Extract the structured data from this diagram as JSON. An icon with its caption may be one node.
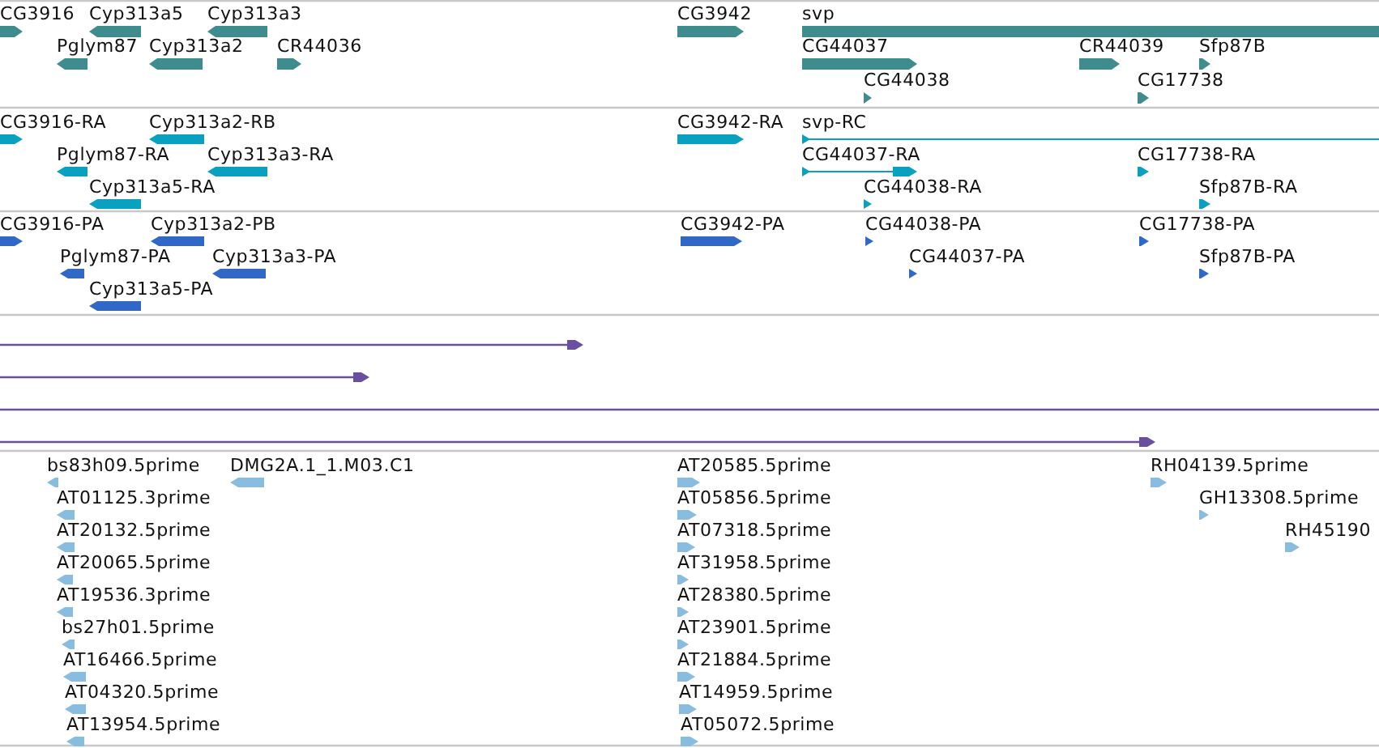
{
  "diagram": {
    "labels": [
      "CG3916",
      "Cyp313a5",
      "Cyp313a3",
      "CG3942",
      "svp",
      "Pglym87",
      "Cyp313a2",
      "CR44036",
      "CG44037",
      "CR44039",
      "Sfp87B",
      "CG44038",
      "CG17738",
      "CG3916-RA",
      "Cyp313a2-RB",
      "CG3942-RA",
      "svp-RC",
      "Pglym87-RA",
      "Cyp313a3-RA",
      "CG44037-RA",
      "CG17738-RA",
      "Cyp313a5-RA",
      "CG44038-RA",
      "Sfp87B-RA",
      "CG3916-PA",
      "Cyp313a2-PB",
      "CG3942-PA",
      "CG44038-PA",
      "CG17738-PA",
      "Pglym87-PA",
      "Cyp313a3-PA",
      "CG44037-PA",
      "Sfp87B-PA",
      "Cyp313a5-PA",
      "bs83h09.5prime",
      "DMG2A.1_1.M03.C1",
      "AT20585.5prime",
      "RH04139.5prime",
      "AT01125.3prime",
      "AT05856.5prime",
      "GH13308.5prime",
      "AT20132.5prime",
      "AT07318.5prime",
      "RH45190",
      "AT20065.5prime",
      "AT31958.5prime",
      "AT19536.3prime",
      "AT28380.5prime",
      "bs27h01.5prime",
      "AT23901.5prime",
      "AT16466.5prime",
      "AT21884.5prime",
      "AT04320.5prime",
      "AT14959.5prime",
      "AT13954.5prime",
      "AT05072.5prime"
    ]
  }
}
